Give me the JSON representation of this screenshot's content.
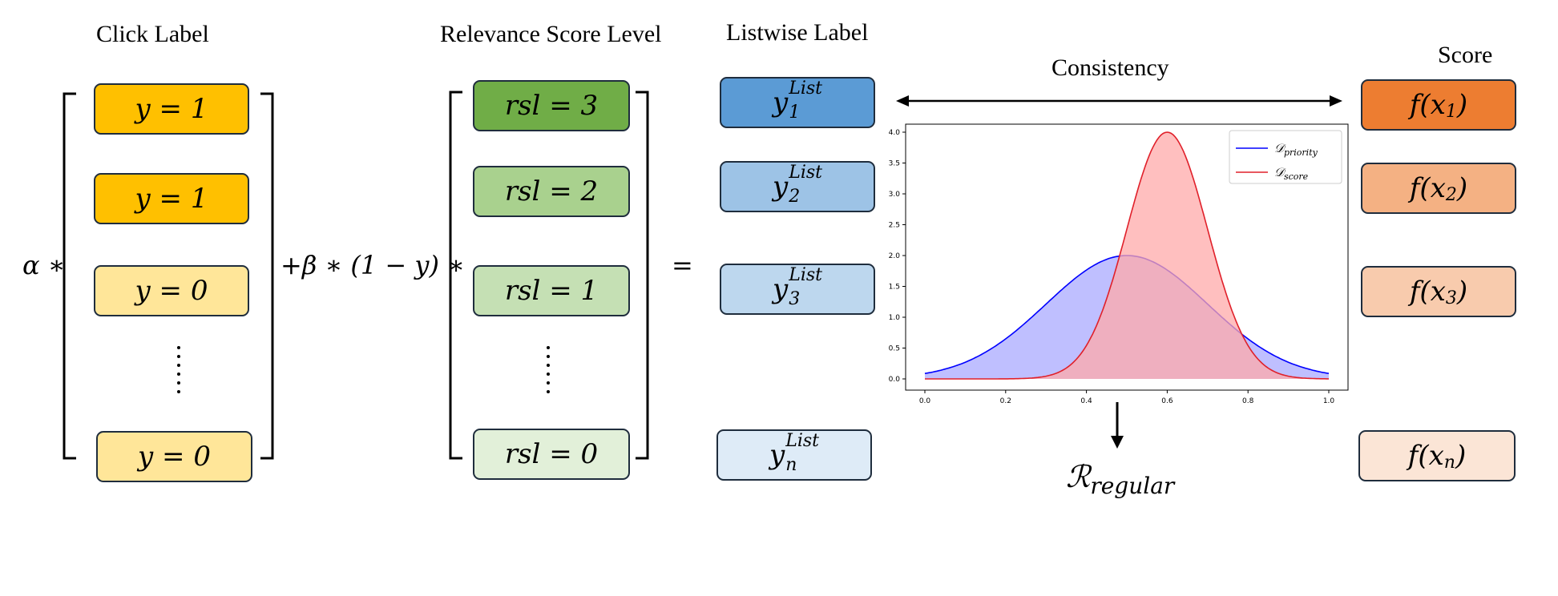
{
  "headers": {
    "click": "Click Label",
    "relevance": "Relevance Score Level",
    "listwise": "Listwise Label",
    "score": "Score",
    "consistency": "Consistency"
  },
  "operators": {
    "alpha": "α ∗",
    "beta": "+β ∗ (1 − y) ∗",
    "equals": "="
  },
  "click_labels": [
    "y = 1",
    "y = 1",
    "y = 0",
    "y = 0"
  ],
  "rsl_labels": [
    "rsl = 3",
    "rsl = 2",
    "rsl = 1",
    "rsl = 0"
  ],
  "listwise_labels": [
    {
      "base": "y",
      "sup": "List",
      "sub": "1"
    },
    {
      "base": "y",
      "sup": "List",
      "sub": "2"
    },
    {
      "base": "y",
      "sup": "List",
      "sub": "3"
    },
    {
      "base": "y",
      "sup": "List",
      "sub": "n"
    }
  ],
  "score_labels": [
    {
      "base": "f(x",
      "sub": "1",
      "close": ")"
    },
    {
      "base": "f(x",
      "sub": "2",
      "close": ")"
    },
    {
      "base": "f(x",
      "sub": "3",
      "close": ")"
    },
    {
      "base": "f(x",
      "sub": "n",
      "close": ")"
    }
  ],
  "regular": {
    "base": "ℛ",
    "sub": "regular"
  },
  "colors": {
    "click": [
      "#ffc000",
      "#ffc000",
      "#ffe699",
      "#ffe699"
    ],
    "rsl": [
      "#70ad47",
      "#a9d18e",
      "#c5e0b4",
      "#e2f0d9"
    ],
    "listwise": [
      "#5b9bd5",
      "#9dc3e6",
      "#bdd7ee",
      "#deebf7"
    ],
    "score": [
      "#ed7d31",
      "#f4b183",
      "#f8cbad",
      "#fbe5d6"
    ],
    "priority_line": "#0000ff",
    "priority_fill": "#aaaaff",
    "score_line": "#e0202a",
    "score_fill": "#ffaaaa"
  },
  "chart_data": {
    "type": "area",
    "x_range": [
      0,
      1
    ],
    "ylim": [
      0,
      4.0
    ],
    "x_ticks": [
      "0.0",
      "0.2",
      "0.4",
      "0.6",
      "0.8",
      "1.0"
    ],
    "y_ticks": [
      "0.0",
      "0.5",
      "1.0",
      "1.5",
      "2.0",
      "2.5",
      "3.0",
      "3.5",
      "4.0"
    ],
    "legend_position": "top-right",
    "series": [
      {
        "name": "𝒟",
        "subscript": "priority",
        "kind": "gaussian",
        "mean": 0.5,
        "std": 0.2,
        "peak": 2.0
      },
      {
        "name": "𝒟",
        "subscript": "score",
        "kind": "gaussian",
        "mean": 0.6,
        "std": 0.1,
        "peak": 4.0
      }
    ]
  }
}
